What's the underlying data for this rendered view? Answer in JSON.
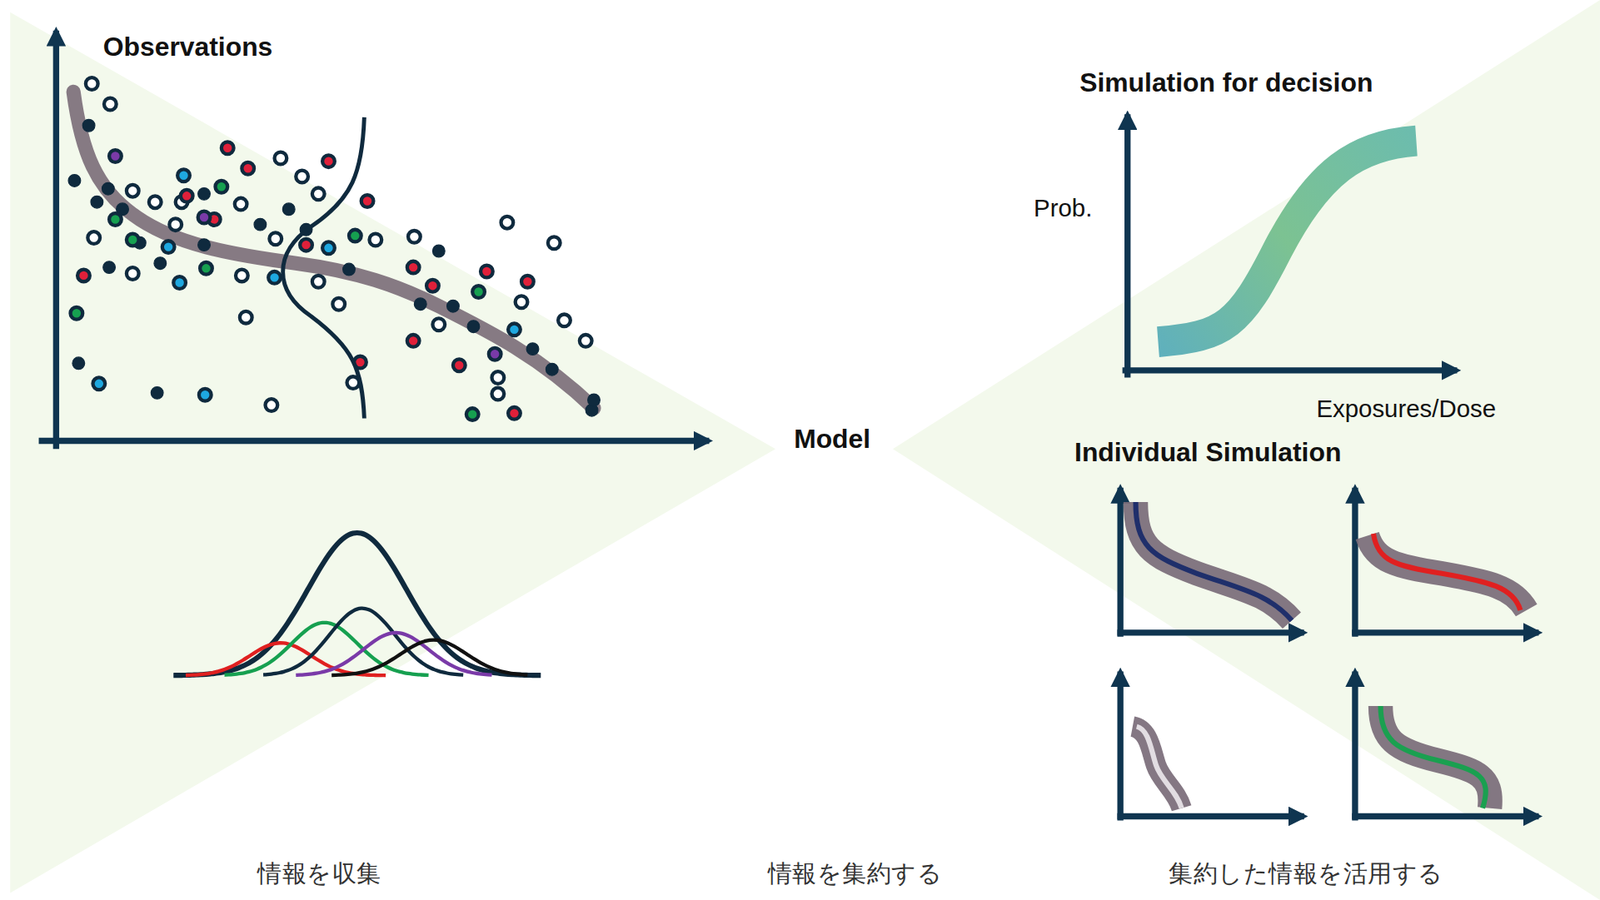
{
  "diagram": {
    "labels": [
      "Observations",
      "Model",
      "Simulation for decision",
      "Prob.",
      "Exposures/Dose",
      "Individual Simulation",
      "情報を収集",
      "情報を集約する",
      "集約した情報を活用する"
    ]
  }
}
